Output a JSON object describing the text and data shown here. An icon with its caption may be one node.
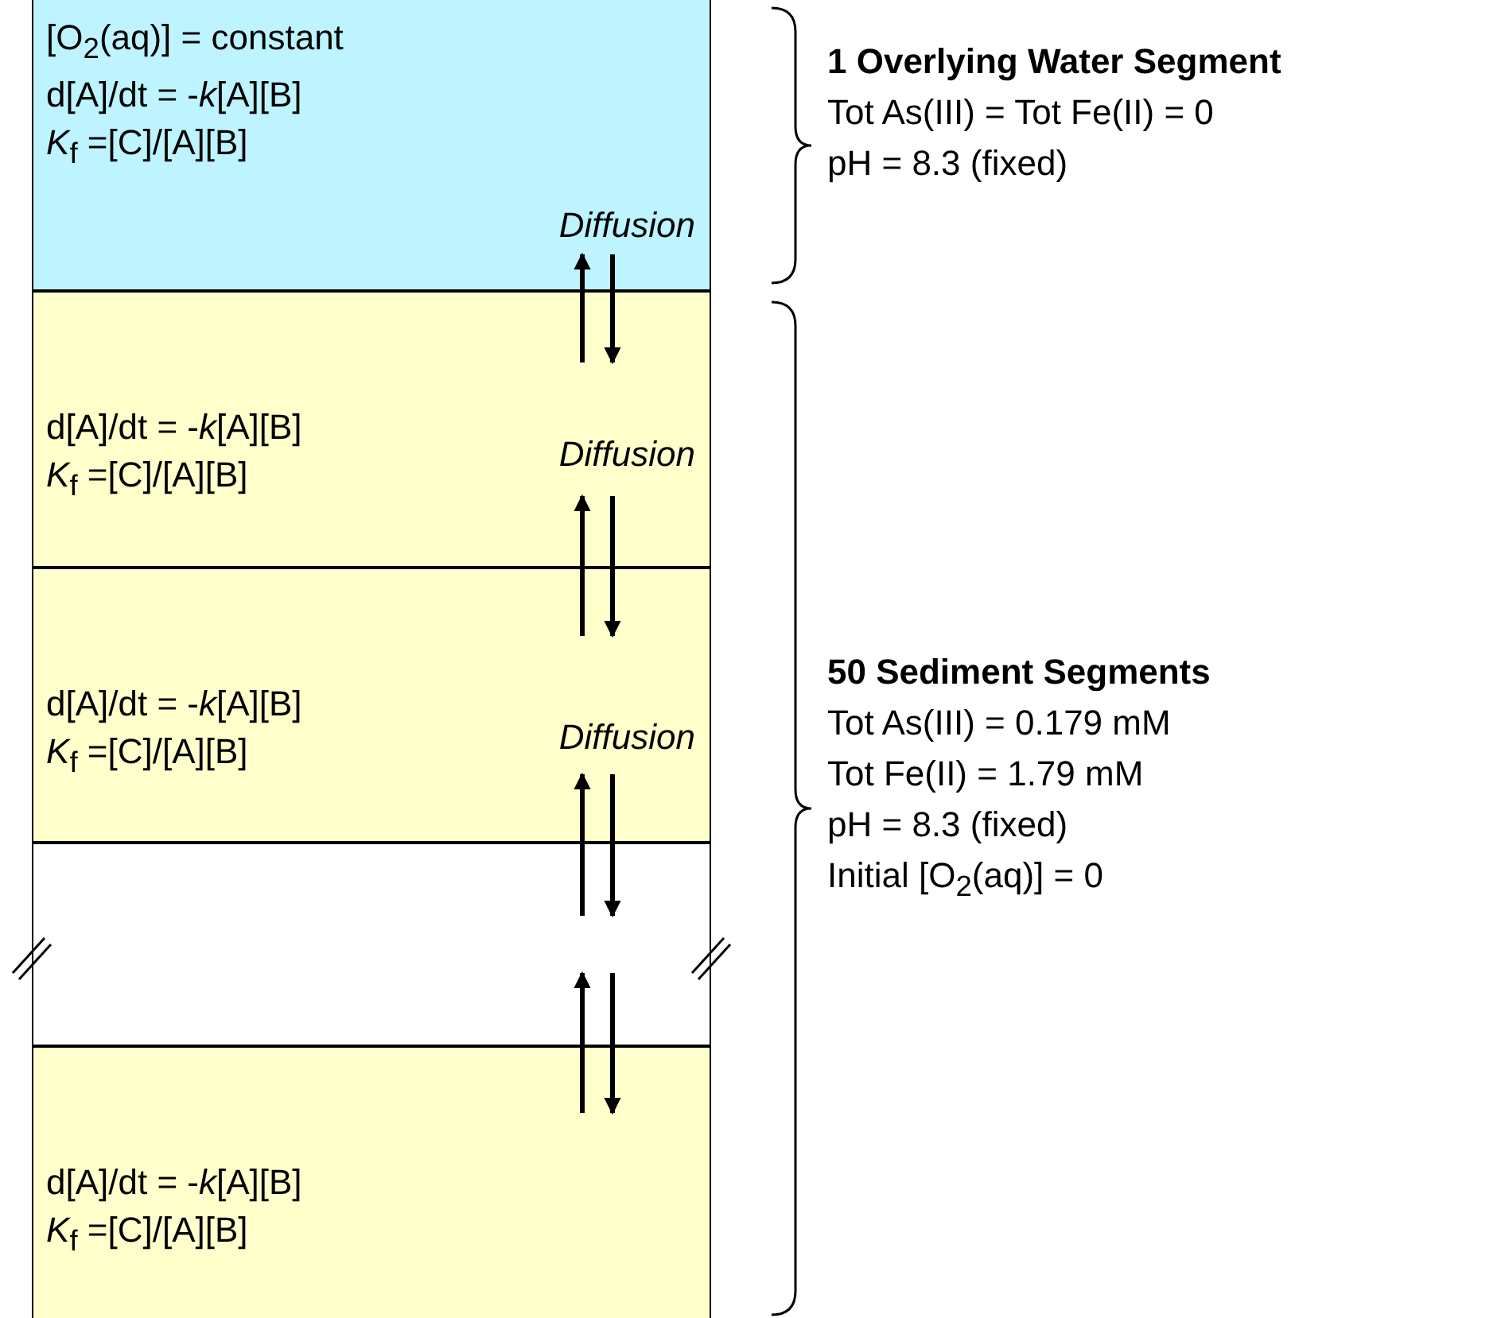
{
  "diagram": {
    "nodes": [
      {
        "text": [
          "[O$_{2}$(aq)] = constant",
          "d[A]/dt = -*k*[A][B]",
          "*K*$_{f}$ =[C]/[A][B]"
        ]
      },
      {
        "text": [
          "d[A]/dt = -*k*[A][B]",
          "*K*$_{f}$ =[C]/[A][B]"
        ]
      },
      {
        "text": [
          "d[A]/dt = -*k*[A][B]",
          "*K*$_{f}$ =[C]/[A][B]"
        ]
      },
      {
        "text": [],
        "shape": "box"
      },
      {
        "text": [
          "d[A]/dt = -*k*[A][B]",
          "*K*$_{f}$ =[C]/[A][B]"
        ]
      }
    ],
    "edges": [
      {
        "from": 1,
        "to": 0,
        "arrow": "to",
        "label": "Diffusion"
      },
      {
        "from": 0,
        "to": 1,
        "arrow": "to"
      },
      {
        "from": 2,
        "to": 1,
        "arrow": "to",
        "label": "Diffusion"
      },
      {
        "from": 1,
        "to": 2,
        "arrow": "to"
      },
      {
        "from": 3,
        "to": 2,
        "arrow": "to",
        "label": "Diffusion"
      },
      {
        "from": 2,
        "to": 3,
        "arrow": "to"
      },
      {
        "from": 4,
        "to": 3,
        "arrow": "to"
      },
      {
        "from": 3,
        "to": 4,
        "arrow": "to"
      }
    ],
    "labels": [
      "1 Overlying Water Segment",
      "Tot As(III) = Tot Fe(II) = 0",
      "pH = 8.3 (fixed)",
      "50 Sediment Segments",
      "Tot As(III) = 0.179 mM",
      "Tot Fe(II) = 1.79 mM",
      "pH = 8.3 (fixed)",
      "Initial [O$_{2}$(aq)] = 0"
    ]
  }
}
